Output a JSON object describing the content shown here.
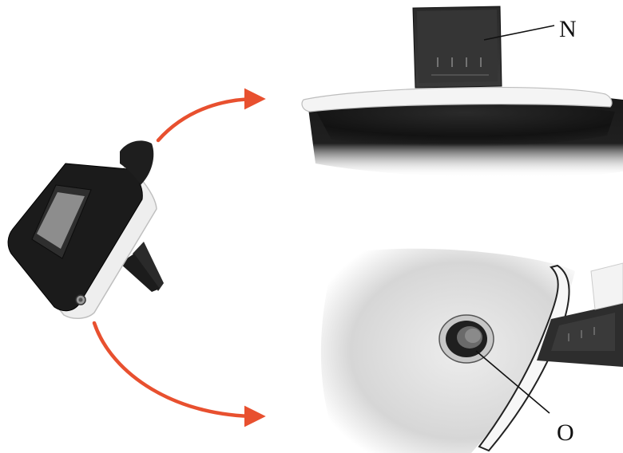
{
  "callouts": {
    "top": "N",
    "bottom": "O"
  },
  "colors": {
    "arrow": "#e8502f",
    "device_body": "#1b1b1b",
    "device_frame": "#f2f2f2",
    "screen": "#8d8d8d"
  },
  "icons": [
    "device-overview",
    "strap-closeup",
    "button-closeup",
    "curved-arrow"
  ]
}
